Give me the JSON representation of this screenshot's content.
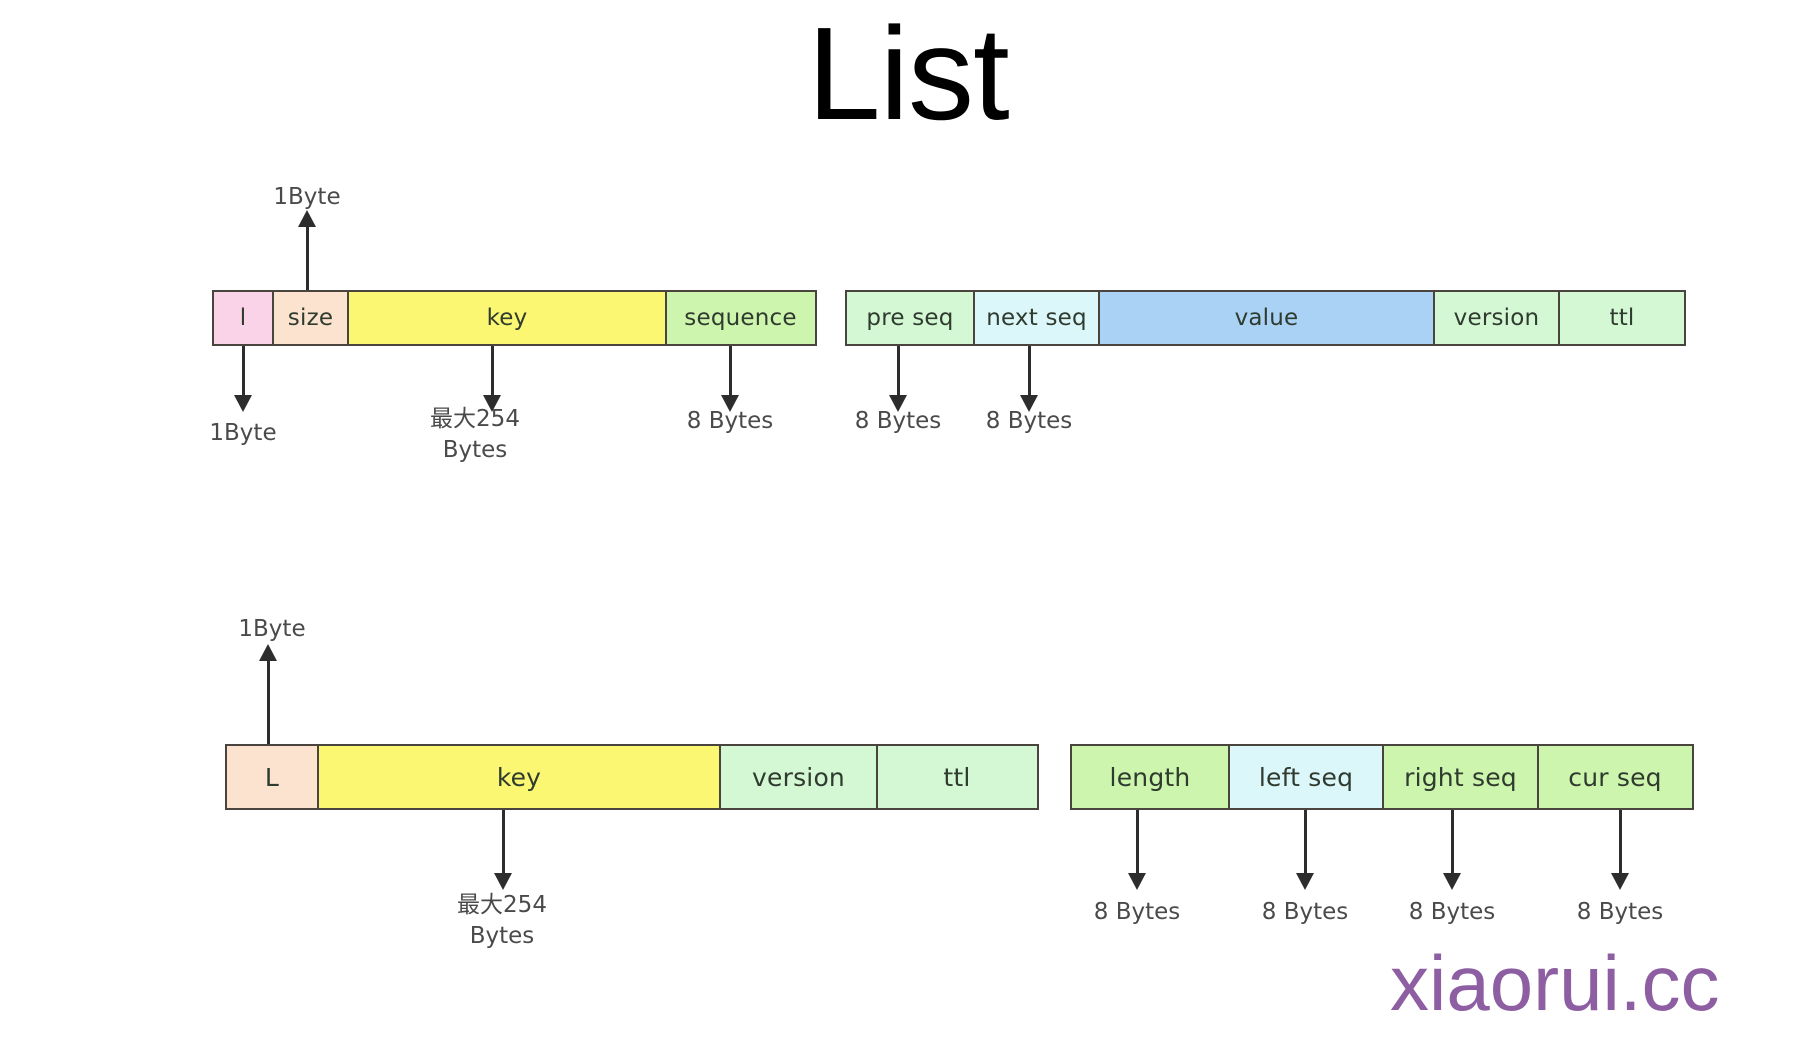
{
  "page": {
    "title": "List",
    "watermark": "xiaorui.cc"
  },
  "colors": {
    "pink": "#fbd3e9",
    "peach": "#fbe3d0",
    "yellow": "#fbf772",
    "green_light": "#cdf5ad",
    "green_pale": "#d4f7d4",
    "cyan_pale": "#dcf7f9",
    "blue": "#a9d2f5",
    "border": "#4a443f",
    "text": "#2f3b2f",
    "watermark": "#8e5ea2",
    "arrow": "#2d2d2d"
  },
  "diagrams": [
    {
      "id": "list-element-record",
      "groups": [
        {
          "id": "list-element-key-group",
          "fields": [
            {
              "label": "l",
              "color": "pink"
            },
            {
              "label": "size",
              "color": "peach"
            },
            {
              "label": "key",
              "color": "yellow"
            },
            {
              "label": "sequence",
              "color": "green_light"
            }
          ]
        },
        {
          "id": "list-element-value-group",
          "fields": [
            {
              "label": "pre seq",
              "color": "green_pale"
            },
            {
              "label": "next seq",
              "color": "cyan_pale"
            },
            {
              "label": "value",
              "color": "blue"
            },
            {
              "label": "version",
              "color": "green_pale"
            },
            {
              "label": "ttl",
              "color": "green_pale"
            }
          ]
        }
      ],
      "annotations_above": [
        {
          "target": "size",
          "text": "1Byte"
        }
      ],
      "annotations_below": [
        {
          "target": "l",
          "text": "1Byte"
        },
        {
          "target": "key",
          "text": "最大254\nBytes"
        },
        {
          "target": "sequence",
          "text": "8 Bytes"
        },
        {
          "target": "pre seq",
          "text": "8 Bytes"
        },
        {
          "target": "next seq",
          "text": "8 Bytes"
        }
      ]
    },
    {
      "id": "list-meta-record",
      "groups": [
        {
          "id": "list-meta-key-group",
          "fields": [
            {
              "label": "L",
              "color": "peach"
            },
            {
              "label": "key",
              "color": "yellow"
            },
            {
              "label": "version",
              "color": "green_pale"
            },
            {
              "label": "ttl",
              "color": "green_pale"
            }
          ]
        },
        {
          "id": "list-meta-value-group",
          "fields": [
            {
              "label": "length",
              "color": "green_light"
            },
            {
              "label": "left seq",
              "color": "cyan_pale"
            },
            {
              "label": "right seq",
              "color": "green_light"
            },
            {
              "label": "cur seq",
              "color": "green_light"
            }
          ]
        }
      ],
      "annotations_above": [
        {
          "target": "L",
          "text": "1Byte"
        }
      ],
      "annotations_below": [
        {
          "target": "key",
          "text": "最大254\nBytes"
        },
        {
          "target": "length",
          "text": "8 Bytes"
        },
        {
          "target": "left seq",
          "text": "8 Bytes"
        },
        {
          "target": "right seq",
          "text": "8 Bytes"
        },
        {
          "target": "cur seq",
          "text": "8 Bytes"
        }
      ]
    }
  ]
}
